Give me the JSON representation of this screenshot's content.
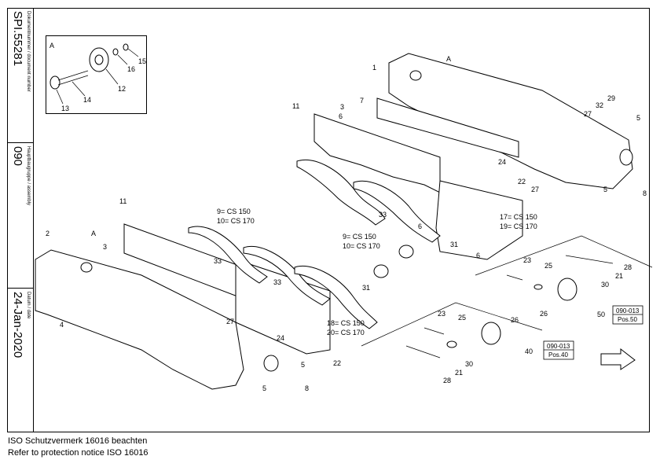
{
  "title_block": {
    "doc_number": "SPI.55281",
    "doc_number_label": "Dokumentnummer / document number",
    "assembly": "090",
    "assembly_label": "Hauptbaugruppe / assembly",
    "date": "24-Jan-2020",
    "date_label": "Datum / date"
  },
  "inset": {
    "label": "A",
    "callouts": [
      "12",
      "13",
      "14",
      "15",
      "16"
    ]
  },
  "callouts": {
    "c1": "1",
    "c2": "2",
    "c3a": "3",
    "c3b": "3",
    "c4": "4",
    "c5a": "5",
    "c5b": "5",
    "c5c": "5",
    "c5d": "5",
    "c6a": "6",
    "c6b": "6",
    "c6c": "6",
    "c7": "7",
    "c8a": "8",
    "c8b": "8",
    "c11a": "11",
    "c11b": "11",
    "c21a": "21",
    "c21b": "21",
    "c22a": "22",
    "c22b": "22",
    "c23a": "23",
    "c23b": "23",
    "c24a": "24",
    "c24b": "24",
    "c25a": "25",
    "c25b": "25",
    "c26a": "26",
    "c26b": "26",
    "c27a": "27",
    "c27b": "27",
    "c27c": "27",
    "c28a": "28",
    "c28b": "28",
    "c29": "29",
    "c30a": "30",
    "c30b": "30",
    "c31a": "31",
    "c31b": "31",
    "c32": "32",
    "c33a": "33",
    "c33b": "33",
    "c33c": "33",
    "c40": "40",
    "c50": "50",
    "A1": "A",
    "A2": "A"
  },
  "variant_notes": {
    "n9a": "9= CS 150",
    "n10a": "10= CS 170",
    "n9b": "9= CS 150",
    "n10b": "10= CS 170",
    "n17": "17= CS 150",
    "n19": "19= CS 170",
    "n18": "18= CS 150",
    "n20": "20= CS 170"
  },
  "ref_boxes": {
    "pos50_top": "090-013",
    "pos50_bottom": "Pos.50",
    "pos40_top": "090-013",
    "pos40_bottom": "Pos.40"
  },
  "footer": {
    "line1": "ISO Schutzvermerk 16016 beachten",
    "line2": "Refer to protection notice ISO 16016"
  }
}
